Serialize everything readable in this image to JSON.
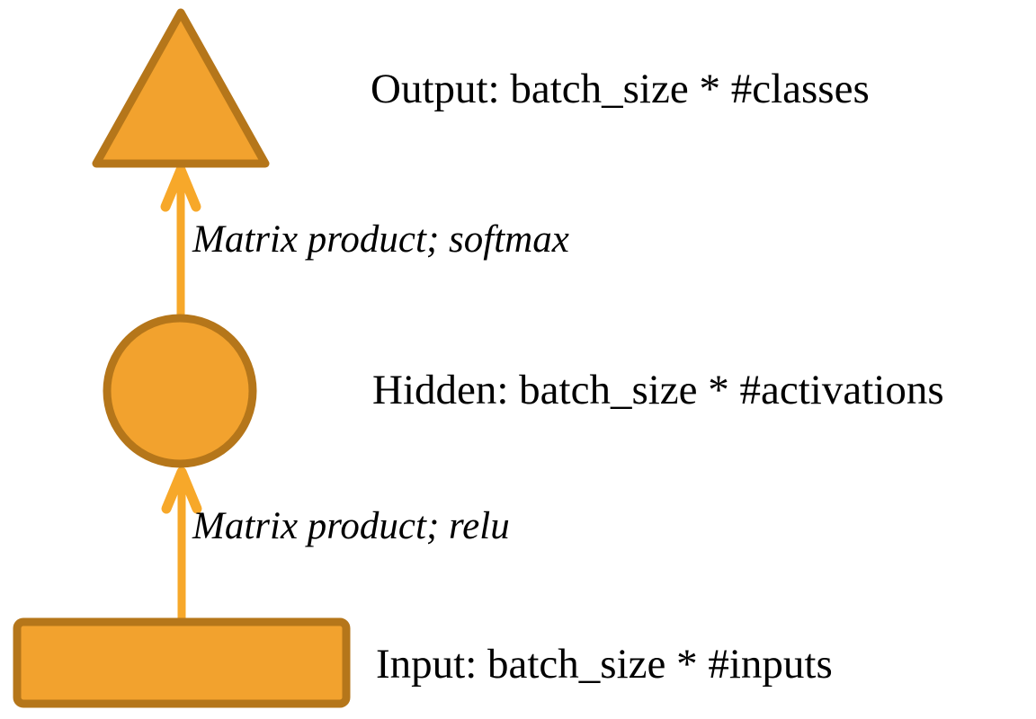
{
  "diagram": {
    "nodes": [
      {
        "id": "output",
        "shape": "triangle",
        "label": "Output: batch_size * #classes"
      },
      {
        "id": "hidden",
        "shape": "circle",
        "label": "Hidden: batch_size * #activations"
      },
      {
        "id": "input",
        "shape": "rectangle",
        "label": "Input: batch_size * #inputs"
      }
    ],
    "edges": [
      {
        "from": "hidden",
        "to": "output",
        "label": "Matrix product; softmax"
      },
      {
        "from": "input",
        "to": "hidden",
        "label": "Matrix product; relu"
      }
    ]
  },
  "colors": {
    "background": "#FFFFFF",
    "shape_fill": "#F2A22E",
    "shape_stroke": "#B5761A",
    "arrow": "#F7A82A",
    "text": "#000000"
  }
}
